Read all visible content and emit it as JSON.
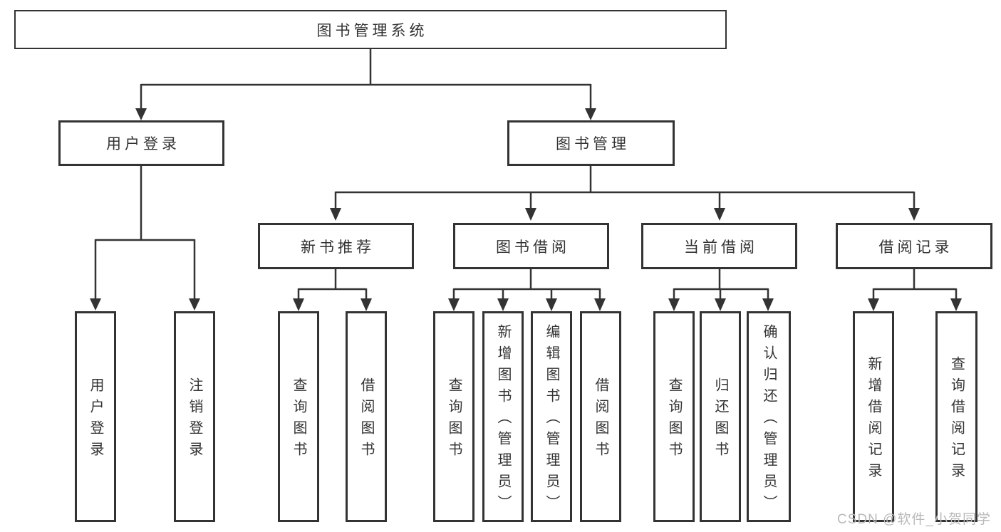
{
  "colors": {
    "line": "#333333",
    "text": "#333333",
    "background": "#ffffff",
    "watermark": "#b9b9b9"
  },
  "tree": {
    "root": {
      "label": "图书管理系统"
    },
    "branches": [
      {
        "label": "用户登录",
        "leaves": [
          {
            "label": "用户登录"
          },
          {
            "label": "注销登录"
          }
        ]
      },
      {
        "label": "图书管理",
        "groups": [
          {
            "label": "新书推荐",
            "leaves": [
              {
                "label": "查询图书"
              },
              {
                "label": "借阅图书"
              }
            ]
          },
          {
            "label": "图书借阅",
            "leaves": [
              {
                "label": "查询图书"
              },
              {
                "label": "新增图书（管理员）"
              },
              {
                "label": "编辑图书（管理员）"
              },
              {
                "label": "借阅图书"
              }
            ]
          },
          {
            "label": "当前借阅",
            "leaves": [
              {
                "label": "查询图书"
              },
              {
                "label": "归还图书"
              },
              {
                "label": "确认归还（管理员）"
              }
            ]
          },
          {
            "label": "借阅记录",
            "leaves": [
              {
                "label": "新增借阅记录"
              },
              {
                "label": "查询借阅记录"
              }
            ]
          }
        ]
      }
    ]
  },
  "watermark": {
    "text": "CSDN @软件_小贺同学"
  }
}
